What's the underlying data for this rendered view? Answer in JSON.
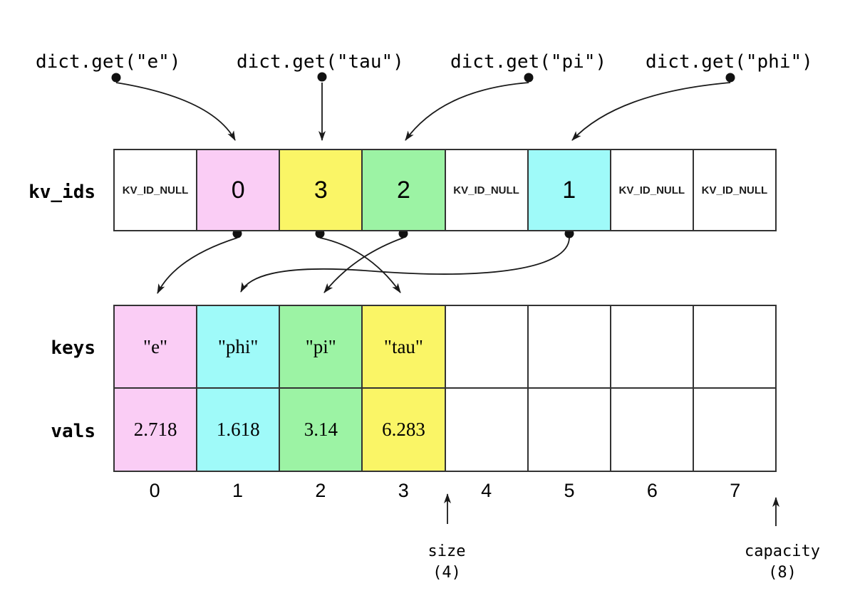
{
  "diagram": {
    "queries": [
      {
        "label": "dict.get(\"e\")"
      },
      {
        "label": "dict.get(\"tau\")"
      },
      {
        "label": "dict.get(\"pi\")"
      },
      {
        "label": "dict.get(\"phi\")"
      }
    ],
    "kv_ids": {
      "label": "kv_ids",
      "cells": [
        {
          "text": "KV_ID_NULL",
          "color": "white"
        },
        {
          "text": "0",
          "color": "pink"
        },
        {
          "text": "3",
          "color": "yellow"
        },
        {
          "text": "2",
          "color": "green"
        },
        {
          "text": "KV_ID_NULL",
          "color": "white"
        },
        {
          "text": "1",
          "color": "cyan"
        },
        {
          "text": "KV_ID_NULL",
          "color": "white"
        },
        {
          "text": "KV_ID_NULL",
          "color": "white"
        }
      ]
    },
    "keys": {
      "label": "keys",
      "cells": [
        {
          "text": "\"e\"",
          "color": "pink"
        },
        {
          "text": "\"phi\"",
          "color": "cyan"
        },
        {
          "text": "\"pi\"",
          "color": "green"
        },
        {
          "text": "\"tau\"",
          "color": "yellow"
        },
        {
          "text": "",
          "color": "white"
        },
        {
          "text": "",
          "color": "white"
        },
        {
          "text": "",
          "color": "white"
        },
        {
          "text": "",
          "color": "white"
        }
      ]
    },
    "vals": {
      "label": "vals",
      "cells": [
        {
          "text": "2.718",
          "color": "pink"
        },
        {
          "text": "1.618",
          "color": "cyan"
        },
        {
          "text": "3.14",
          "color": "green"
        },
        {
          "text": "6.283",
          "color": "yellow"
        },
        {
          "text": "",
          "color": "white"
        },
        {
          "text": "",
          "color": "white"
        },
        {
          "text": "",
          "color": "white"
        },
        {
          "text": "",
          "color": "white"
        }
      ]
    },
    "indices": [
      "0",
      "1",
      "2",
      "3",
      "4",
      "5",
      "6",
      "7"
    ],
    "size": {
      "label": "size",
      "value": "(4)"
    },
    "capacity": {
      "label": "capacity",
      "value": "(8)"
    },
    "links": {
      "queries_to_slots": [
        {
          "query": "dict.get(\"e\")",
          "slot": 1
        },
        {
          "query": "dict.get(\"tau\")",
          "slot": 2
        },
        {
          "query": "dict.get(\"pi\")",
          "slot": 3
        },
        {
          "query": "dict.get(\"phi\")",
          "slot": 5
        }
      ],
      "slots_to_kv_index": [
        {
          "slot": 1,
          "kv_index": 0
        },
        {
          "slot": 2,
          "kv_index": 3
        },
        {
          "slot": 3,
          "kv_index": 2
        },
        {
          "slot": 5,
          "kv_index": 1
        }
      ]
    },
    "colors": {
      "pink": "#FACDF5",
      "yellow": "#FAF566",
      "green": "#9CF3A4",
      "cyan": "#9FFAF9",
      "white": "#FFFFFF",
      "line": "#1a1a1a",
      "border": "#333333"
    }
  }
}
